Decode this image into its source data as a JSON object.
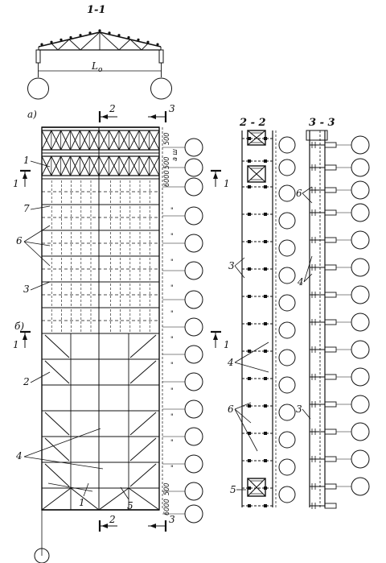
{
  "section_titles": {
    "s11": "1-1",
    "s22": "2 - 2",
    "s33": "3 - 3"
  },
  "span_label": "L",
  "span_subscript": "o",
  "part_labels": {
    "a": "а)",
    "b": "б)"
  },
  "cut_marks": {
    "c1": "1",
    "c2": "2",
    "c3": "3"
  },
  "callouts": [
    "1",
    "2",
    "3",
    "4",
    "5",
    "6",
    "7"
  ],
  "dimensions": {
    "d500": "500",
    "d6000": "6000",
    "dash": "а ш"
  },
  "ditto_mark": "\"",
  "colors": {
    "ink": "#111111",
    "paper": "#ffffff"
  }
}
